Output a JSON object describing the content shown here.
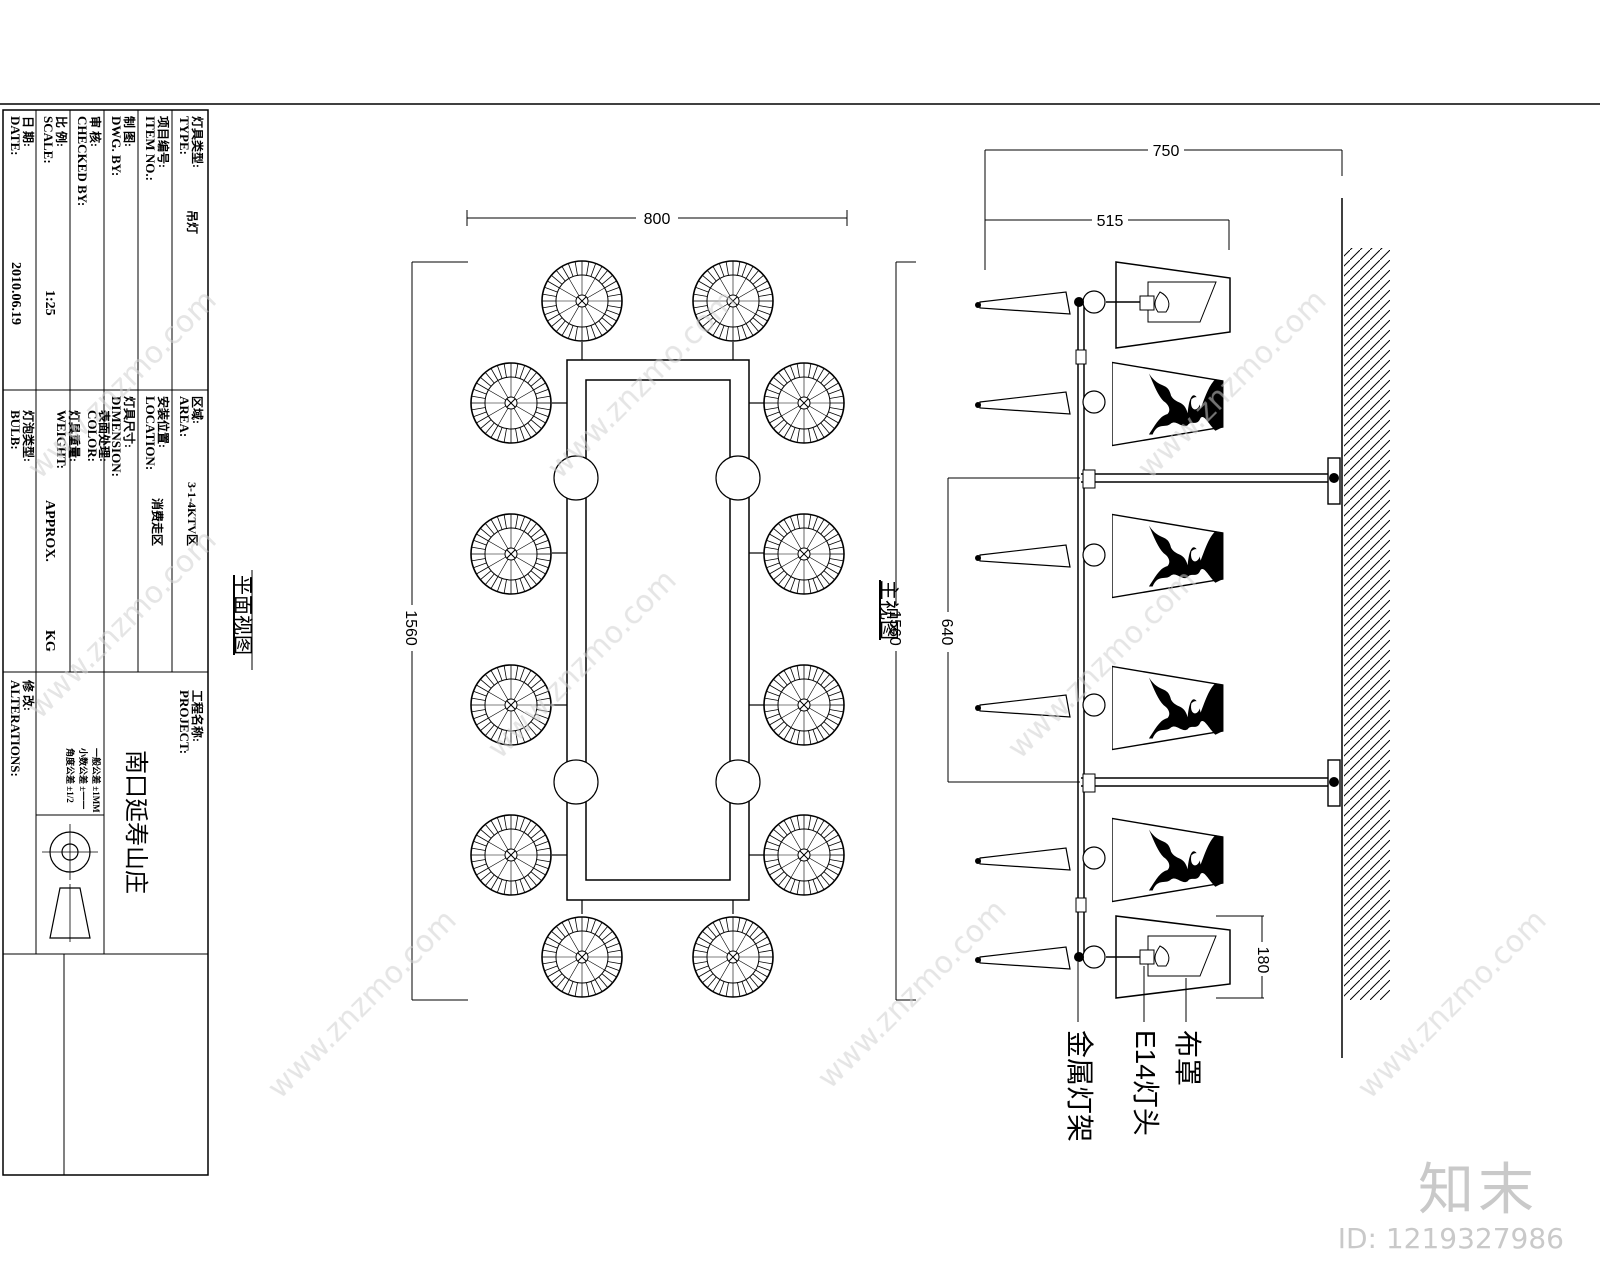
{
  "title_block": {
    "type_cn": "灯具类型:",
    "type_en": "TYPE:",
    "type_value": "吊灯",
    "item_cn": "项目编号:",
    "item_en": "ITEM NO.:",
    "dwg_cn": "制 图:",
    "dwg_en": "DWG. BY:",
    "checked_cn": "审 核:",
    "checked_en": "CHECKED BY:",
    "scale_cn": "比 例:",
    "scale_en": "SCALE:",
    "scale_value": "1:25",
    "date_cn": "日 期:",
    "date_en": "DATE:",
    "date_value": "2010.06.19",
    "area_cn": "区域:",
    "area_en": "AREA:",
    "area_value": "3-1-4KTV区",
    "location_cn": "安装位置:",
    "location_en": "LOCATION:",
    "location_value": "消费走区",
    "dimension_cn": "灯具尺寸:",
    "dimension_en": "DIMENSION:",
    "color_cn": "表面处理:",
    "color_en": "COLOR:",
    "weight_cn": "灯具重量:",
    "weight_en": "WEIGHT:",
    "weight_value": "APPROX.",
    "weight_unit": "KG",
    "bulb_cn": "灯泡类型:",
    "bulb_en": "BULB:",
    "project_cn": "工程名称:",
    "project_en": "PROJECT:",
    "project_value": "南口延寿山庄",
    "alterations_cn": "修 改:",
    "alterations_en": "ALTERATIONS:",
    "tolerance": [
      "一般公差 ±1MM",
      "小数公差 ±一一",
      "角度公差 ±1/2"
    ]
  },
  "plan_view": {
    "title": "平面视图",
    "dim_width": "800",
    "dim_height": "1560"
  },
  "elevation_view": {
    "title": "主视图",
    "dim_total": "750",
    "dim_arm": "515",
    "dim_height": "1560",
    "dim_spacing": "640",
    "dim_shade": "180",
    "label_shade": "布罩",
    "label_socket": "E14灯头",
    "label_frame": "金属灯架"
  },
  "watermark": {
    "site": "www.znzmo.com",
    "brand": "知末",
    "id": "ID: 1219327986"
  }
}
